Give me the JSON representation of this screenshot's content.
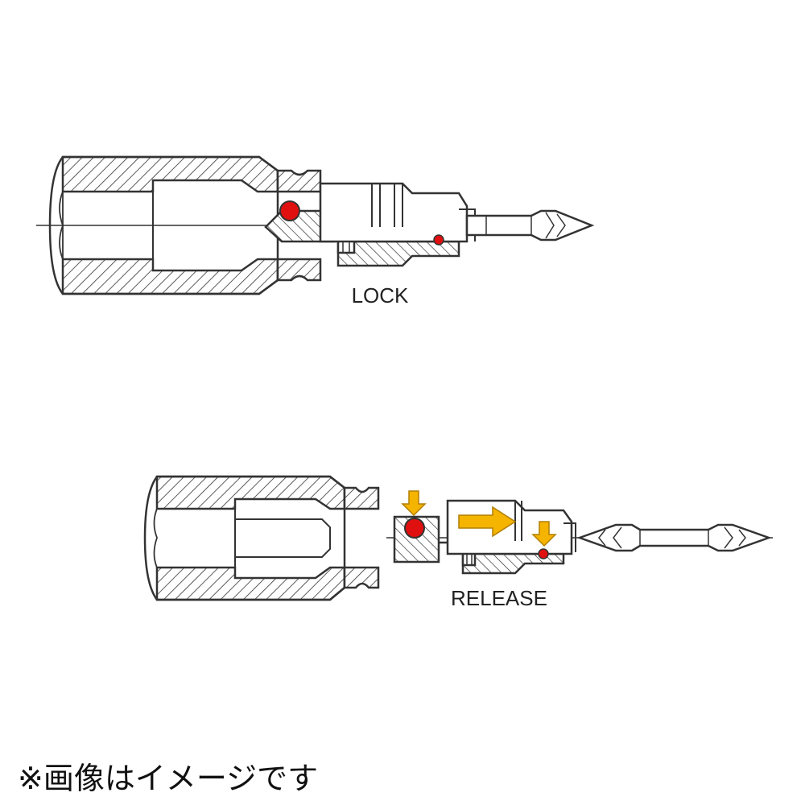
{
  "labels": {
    "lock": "LOCK",
    "release": "RELEASE"
  },
  "note": "※画像はイメージです",
  "colors": {
    "line": "#333333",
    "ball": "#e01010",
    "arrow_fill": "#f5b400",
    "arrow_stroke": "#b27f00",
    "background": "#ffffff"
  }
}
